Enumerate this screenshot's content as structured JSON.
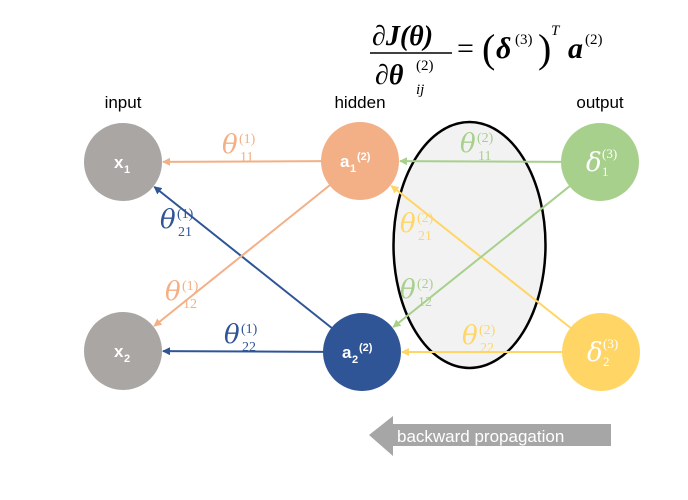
{
  "formula": {
    "numerator": "∂J(θ)",
    "denominator_main": "∂θ",
    "denominator_sup": "(2)",
    "denominator_sub": "ij",
    "equals": "=",
    "rhs_delta": "δ",
    "rhs_delta_sup": "(3)",
    "rhs_T": "T",
    "rhs_a": "a",
    "rhs_a_sup": "(2)"
  },
  "layers": {
    "input": "input",
    "hidden": "hidden",
    "output": "output"
  },
  "colors": {
    "input_node": "#a9a6a4",
    "hidden_1": "#f3b086",
    "hidden_2": "#2f5596",
    "output_1": "#a8d08d",
    "output_2": "#ffd666",
    "ellipse_fill": "#f2f2f2",
    "ellipse_stroke": "#000000",
    "banner": "#a6a6a6"
  },
  "nodes": [
    {
      "id": "x1",
      "label": "x",
      "sub": "1",
      "sup": "",
      "layer": "input",
      "color_key": "input_node"
    },
    {
      "id": "x2",
      "label": "x",
      "sub": "2",
      "sup": "",
      "layer": "input",
      "color_key": "input_node"
    },
    {
      "id": "a1",
      "label": "a",
      "sub": "1",
      "sup": "(2)",
      "layer": "hidden",
      "color_key": "hidden_1"
    },
    {
      "id": "a2",
      "label": "a",
      "sub": "2",
      "sup": "(2)",
      "layer": "hidden",
      "color_key": "hidden_2"
    },
    {
      "id": "d1",
      "label": "δ",
      "sub": "1",
      "sup": "(3)",
      "layer": "output",
      "color_key": "output_1"
    },
    {
      "id": "d2",
      "label": "δ",
      "sub": "2",
      "sup": "(3)",
      "layer": "output",
      "color_key": "output_2"
    }
  ],
  "edges": [
    {
      "from": "a1",
      "to": "x1",
      "label": "θ",
      "sub": "11",
      "sup": "(1)",
      "color_key": "hidden_1"
    },
    {
      "from": "a2",
      "to": "x1",
      "label": "θ",
      "sub": "21",
      "sup": "(1)",
      "color_key": "hidden_2"
    },
    {
      "from": "a1",
      "to": "x2",
      "label": "θ",
      "sub": "12",
      "sup": "(1)",
      "color_key": "hidden_1"
    },
    {
      "from": "a2",
      "to": "x2",
      "label": "θ",
      "sub": "22",
      "sup": "(1)",
      "color_key": "hidden_2"
    },
    {
      "from": "d1",
      "to": "a1",
      "label": "θ",
      "sub": "11",
      "sup": "(2)",
      "color_key": "output_1"
    },
    {
      "from": "d2",
      "to": "a1",
      "label": "θ",
      "sub": "21",
      "sup": "(2)",
      "color_key": "output_2"
    },
    {
      "from": "d1",
      "to": "a2",
      "label": "θ",
      "sub": "12",
      "sup": "(2)",
      "color_key": "output_1"
    },
    {
      "from": "d2",
      "to": "a2",
      "label": "θ",
      "sub": "22",
      "sup": "(2)",
      "color_key": "output_2"
    }
  ],
  "banner": {
    "label": "backward propagation",
    "direction": "left"
  }
}
